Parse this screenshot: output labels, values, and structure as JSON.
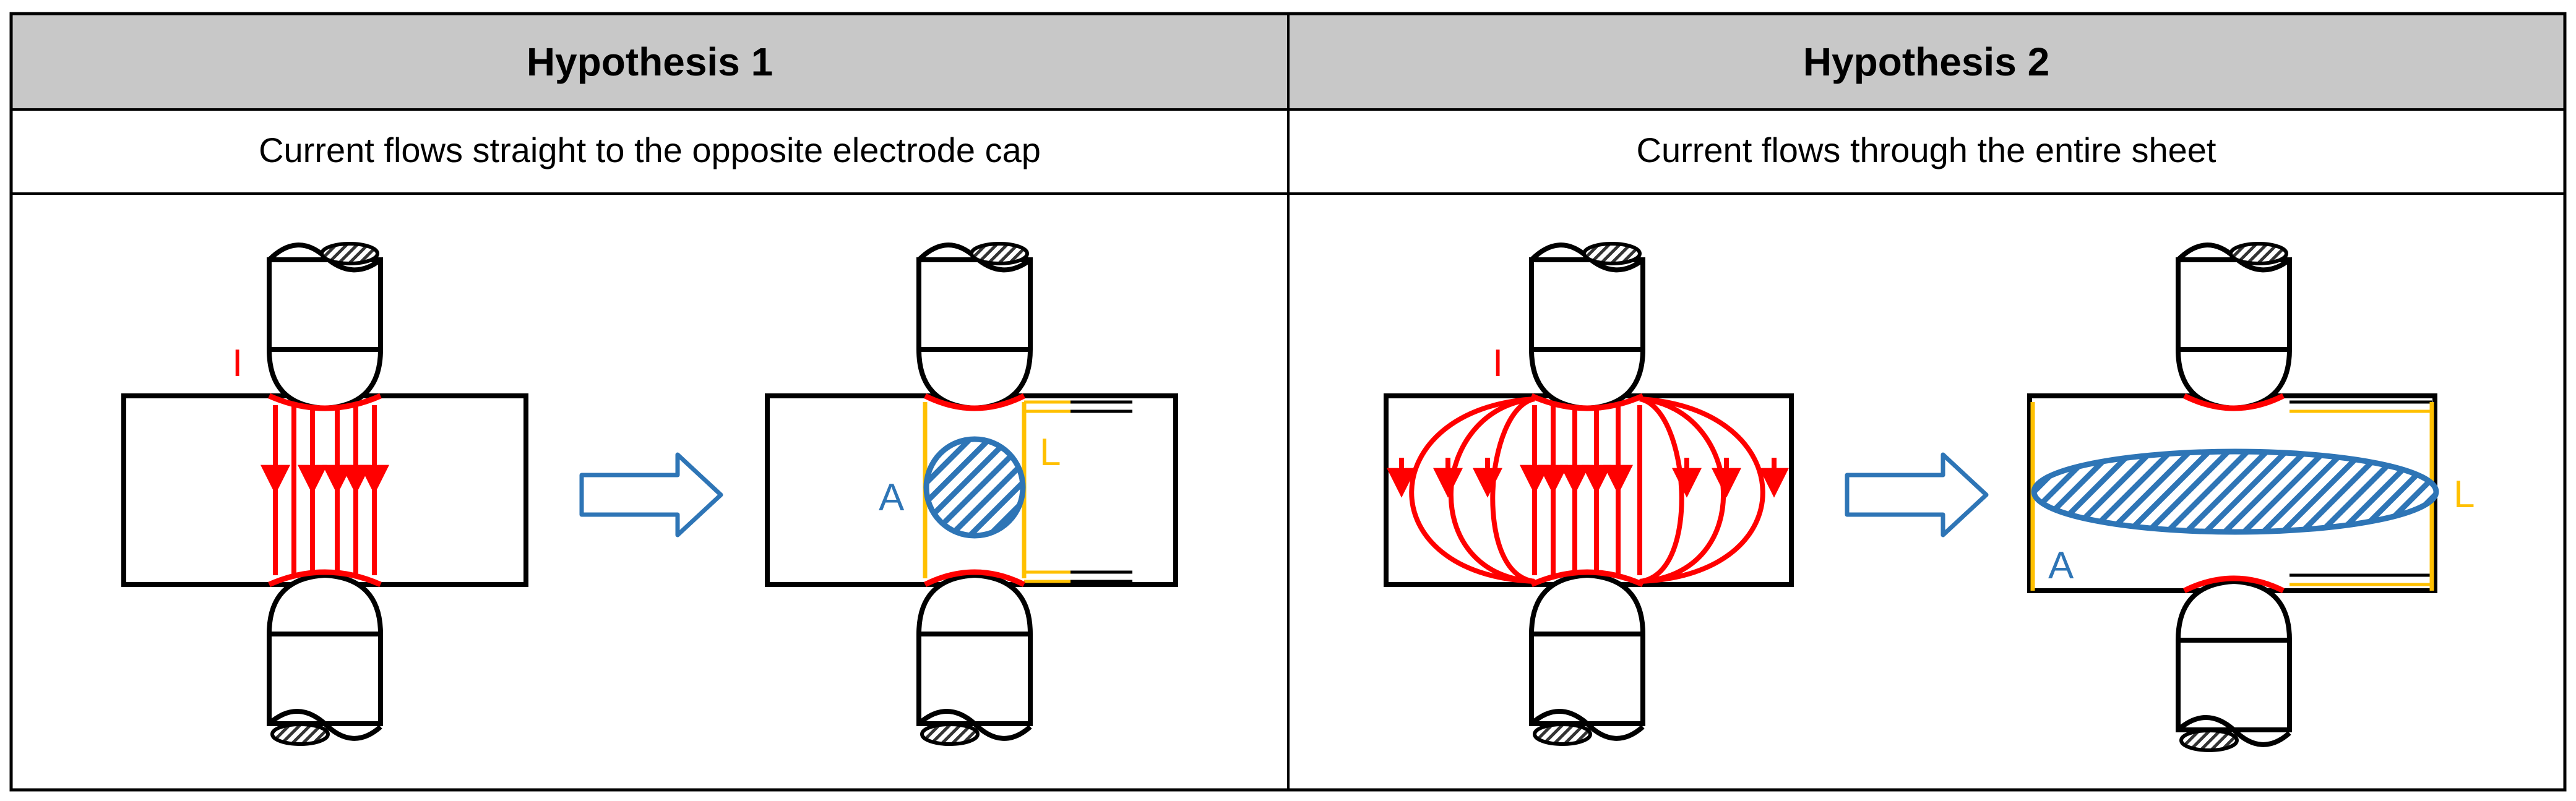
{
  "columns": [
    {
      "title": "Hypothesis 1",
      "description": "Current flows straight to the opposite electrode cap",
      "labels": {
        "current": "I",
        "area": "A",
        "length": "L"
      }
    },
    {
      "title": "Hypothesis 2",
      "description": "Current flows through the entire sheet",
      "labels": {
        "current": "I",
        "area": "A",
        "length": "L"
      }
    }
  ],
  "colors": {
    "header_bg": "#c8c8c8",
    "current": "#ff0000",
    "area": "#2e75b6",
    "length": "#ffc000",
    "arrow": "#2e75b6",
    "line": "#000000"
  }
}
